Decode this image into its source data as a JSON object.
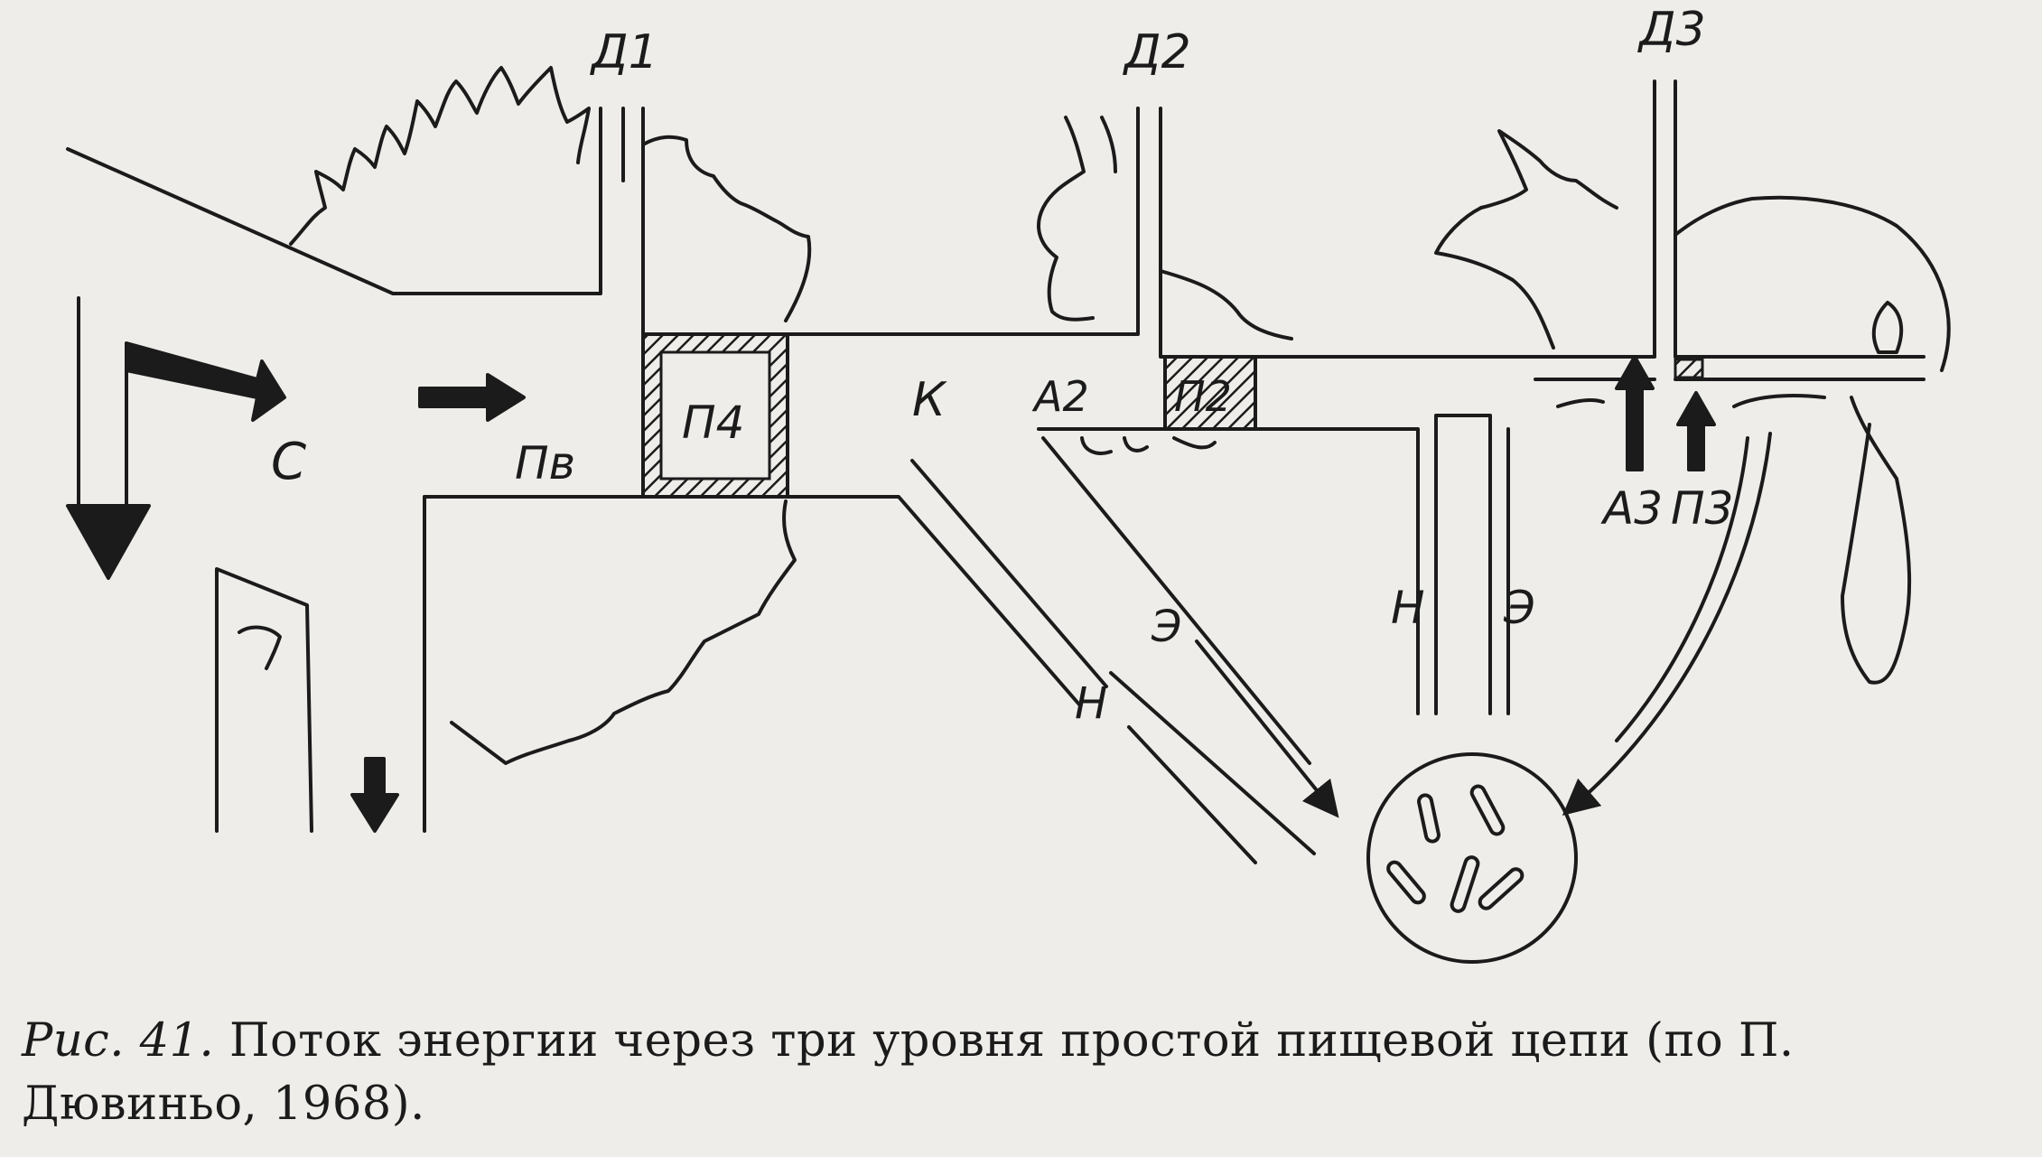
{
  "figure": {
    "labels": {
      "d1": "Д1",
      "d2": "Д2",
      "d3": "Д3",
      "c": "С",
      "pv": "Пв",
      "p4": "П4",
      "k": "К",
      "a2": "А2",
      "p2": "П2",
      "a3": "А3",
      "p3": "П3",
      "e_diag": "Э",
      "n_diag": "Н",
      "n_vert": "Н",
      "e_vert": "Э"
    },
    "caption": {
      "fig_number": "Рис. 41.",
      "text": "Поток энергии через три уровня простой пищевой цепи (по П. Дювиньо, 1968)."
    }
  }
}
